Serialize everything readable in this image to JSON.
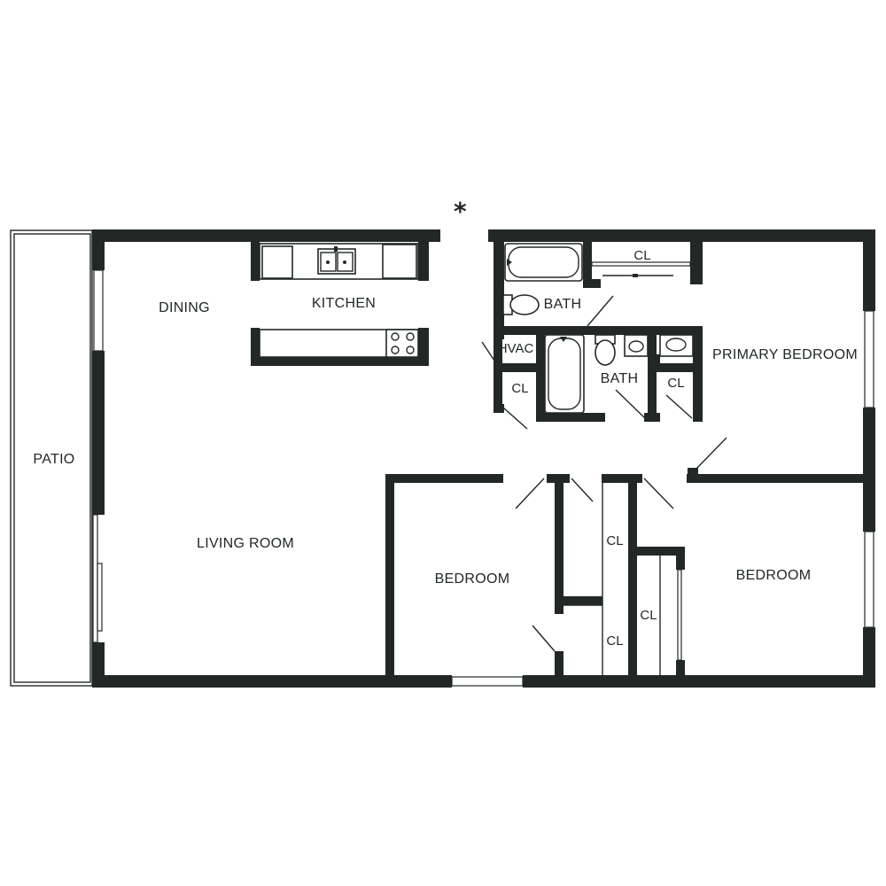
{
  "plan": {
    "unit_marker": "*",
    "rooms": {
      "patio": "PATIO",
      "dining": "DINING",
      "kitchen": "KITCHEN",
      "living_room": "LIVING ROOM",
      "bath_1": "BATH",
      "bath_2": "BATH",
      "hvac": "HVAC",
      "closet_top": "CL",
      "closet_hvac": "CL",
      "closet_primary": "CL",
      "primary_bedroom": "PRIMARY BEDROOM",
      "bedroom_1": "BEDROOM",
      "bedroom_2": "BEDROOM",
      "closet_hall_upper": "CL",
      "closet_hall_lower": "CL",
      "closet_bedroom_2": "CL"
    }
  }
}
